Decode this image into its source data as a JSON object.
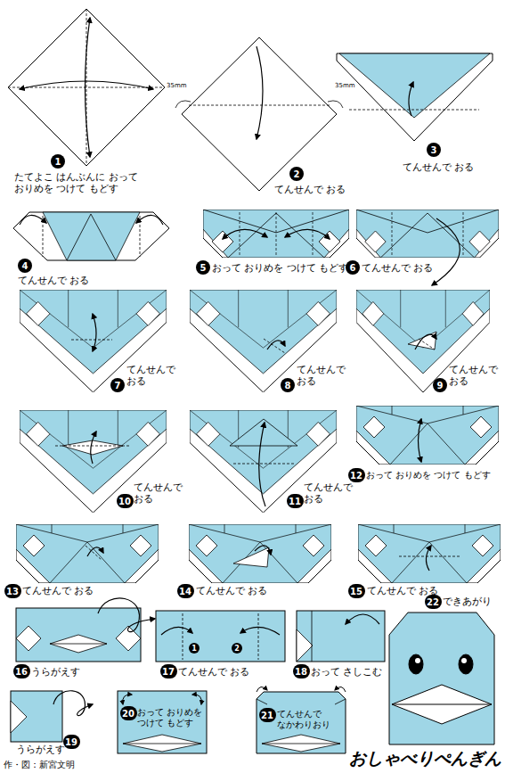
{
  "diagram": {
    "title": "おしゃべりぺんぎん",
    "nodes": [
      {
        "text": [
          "1"
        ]
      },
      {
        "text": [
          "2"
        ]
      },
      {
        "text": [
          "3"
        ]
      },
      {
        "text": [
          "4"
        ]
      },
      {
        "text": [
          "5"
        ]
      },
      {
        "text": [
          "6"
        ]
      },
      {
        "text": [
          "7"
        ]
      },
      {
        "text": [
          "8"
        ]
      },
      {
        "text": [
          "9"
        ]
      },
      {
        "text": [
          "10"
        ]
      },
      {
        "text": [
          "11"
        ]
      },
      {
        "text": [
          "12"
        ]
      },
      {
        "text": [
          "13"
        ]
      },
      {
        "text": [
          "14"
        ]
      },
      {
        "text": [
          "15"
        ]
      },
      {
        "text": [
          "16"
        ]
      },
      {
        "text": [
          "17"
        ]
      },
      {
        "text": [
          "1"
        ]
      },
      {
        "text": [
          "2"
        ]
      },
      {
        "text": [
          "18"
        ]
      },
      {
        "text": [
          "22"
        ]
      },
      {
        "text": [
          "19"
        ]
      },
      {
        "text": [
          "20"
        ]
      },
      {
        "text": [
          "21"
        ]
      }
    ],
    "labels": [
      "たてよこ はんぶんに おって おりめを つけて もどす",
      "35mm",
      "35mm",
      "てんせんで おる",
      "てんせんで おる",
      "てんせんで おる",
      "おって おりめを つけて もどす",
      "てんせんで おる",
      "てんせんで おる",
      "てんせんで おる",
      "てんせんで おる",
      "てんせんで おる",
      "てんせんで おる",
      "おって おりめを つけて もどす",
      "てんせんで おる",
      "てんせんで おる",
      "てんせんで おる",
      "うらがえす",
      "てんせんで おる",
      "おって さしこむ",
      "できあがり",
      "うらがえす",
      "おって おりめを つけて もどす",
      "てんせんで なかわりおり",
      "作・図：新宮文明"
    ]
  }
}
